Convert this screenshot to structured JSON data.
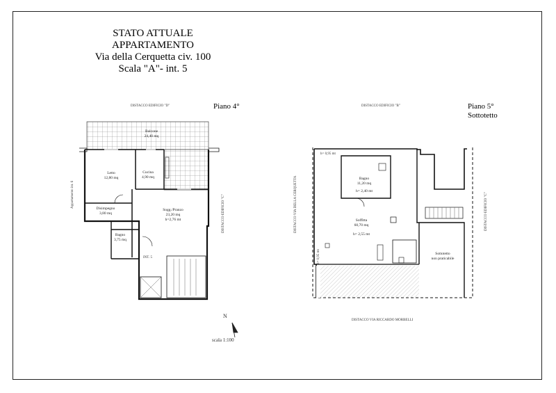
{
  "title": {
    "line1": "STATO ATTUALE",
    "line2": "APPARTAMENTO",
    "line3": "Via della Cerquetta civ. 100",
    "line4": "Scala \"A\"- int. 5"
  },
  "floor4": {
    "label": "Piano  4°",
    "top_label": "DISTACCO EDIFICIO \"D\"",
    "right_label": "DISTACCO EDIFICIO \"C\"",
    "left_label": "Appartamento int. 6",
    "entrance": "INT. 5",
    "rooms": {
      "balcone": [
        "Balcone",
        "24,40 mq"
      ],
      "letto": [
        "Letto",
        "12,80 mq"
      ],
      "cucina": [
        "Cucina",
        "4,90 mq"
      ],
      "disimpegno": [
        "Disimpegno",
        "3,80 mq"
      ],
      "soggiorno": [
        "Sogg./Pranzo",
        "23,20 mq",
        "h=2,76 mt"
      ],
      "bagno": [
        "Bagno",
        "3,75 mq"
      ]
    }
  },
  "floor5": {
    "label_a": "Piano  5°",
    "label_b": "Sottotetto",
    "top_label": "DISTACCO EDIFICIO \"B\"",
    "right_label": "DISTACCO EDIFICIO \"C\"",
    "left_label": "DISTACCO VIA DELLA CERQUETTA",
    "bottom_label": "DISTACCO VIA RICCARDO MORBELLI",
    "h_top": "h= 0,95 mt",
    "h_left": "h= 0,95 mt",
    "rooms": {
      "bagno": [
        "Bagno",
        "11,20 mq",
        "h= 2,40 mt"
      ],
      "soffitta": [
        "Soffitta",
        "60,70 mq",
        "h= 2,55 mt"
      ],
      "sottotetto": [
        "Sottotetto",
        "non praticabile"
      ]
    }
  },
  "north": {
    "letter": "N"
  },
  "scale": {
    "label": "scala 1:100"
  }
}
